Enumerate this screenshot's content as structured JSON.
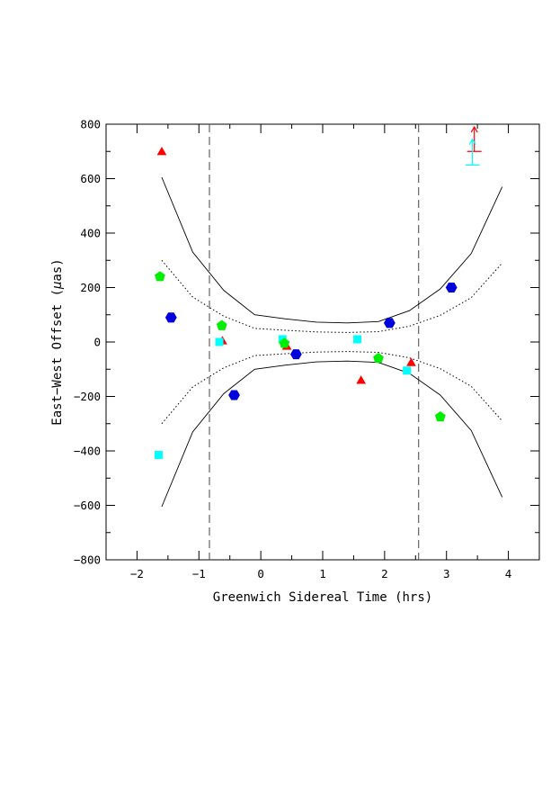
{
  "chart_data": {
    "type": "scatter",
    "xlabel": "Greenwich Sidereal Time (hrs)",
    "ylabel_prefix": "East−West Offset (",
    "ylabel_symbol": "μ",
    "ylabel_suffix": "as)",
    "xlim": [
      -2.5,
      4.5
    ],
    "ylim": [
      -800,
      800
    ],
    "xticks": [
      -2,
      -1,
      0,
      1,
      2,
      3,
      4
    ],
    "xtick_labels": [
      "−2",
      "−1",
      "0",
      "1",
      "2",
      "3",
      "4"
    ],
    "yticks": [
      -800,
      -600,
      -400,
      -200,
      0,
      200,
      400,
      600,
      800
    ],
    "ytick_labels": [
      "−800",
      "−600",
      "−400",
      "−200",
      "0",
      "200",
      "400",
      "600",
      "800"
    ],
    "grid": false,
    "legend": "none",
    "vlines": [
      -0.83,
      2.55
    ],
    "solid_upper": {
      "x": [
        -1.6,
        -1.1,
        -0.6,
        -0.1,
        0.4,
        0.9,
        1.4,
        1.9,
        2.4,
        2.9,
        3.4,
        3.9
      ],
      "y": [
        605,
        330,
        190,
        100,
        85,
        73,
        70,
        75,
        115,
        195,
        325,
        570
      ]
    },
    "solid_lower": {
      "x": [
        -1.6,
        -1.1,
        -0.6,
        -0.1,
        0.4,
        0.9,
        1.4,
        1.9,
        2.4,
        2.9,
        3.4,
        3.9
      ],
      "y": [
        -605,
        -330,
        -190,
        -100,
        -85,
        -73,
        -70,
        -75,
        -115,
        -195,
        -325,
        -570
      ]
    },
    "dotted_upper": {
      "x": [
        -1.6,
        -1.1,
        -0.6,
        -0.1,
        0.4,
        0.9,
        1.4,
        1.9,
        2.4,
        2.9,
        3.4,
        3.9
      ],
      "y": [
        300,
        165,
        95,
        50,
        43,
        37,
        35,
        38,
        58,
        98,
        163,
        290
      ]
    },
    "dotted_lower": {
      "x": [
        -1.6,
        -1.1,
        -0.6,
        -0.1,
        0.4,
        0.9,
        1.4,
        1.9,
        2.4,
        2.9,
        3.4,
        3.9
      ],
      "y": [
        -300,
        -165,
        -95,
        -50,
        -43,
        -37,
        -35,
        -38,
        -58,
        -98,
        -163,
        -290
      ]
    },
    "series": [
      {
        "marker": "triangle",
        "color": "#ff0000",
        "x": [
          -1.6,
          -0.62,
          0.42,
          1.62,
          2.43
        ],
        "y": [
          700,
          5,
          -15,
          -140,
          -75
        ]
      },
      {
        "marker": "square",
        "color": "#00ffff",
        "x": [
          -1.65,
          -0.67,
          0.35,
          1.56,
          2.36
        ],
        "y": [
          -415,
          0,
          10,
          10,
          -105
        ]
      },
      {
        "marker": "pentagon",
        "color": "#00ee00",
        "x": [
          -1.63,
          -0.63,
          0.38,
          1.9,
          2.9
        ],
        "y": [
          240,
          60,
          -5,
          -60,
          -275
        ]
      },
      {
        "marker": "hexagon",
        "color": "#0000dd",
        "x": [
          -1.45,
          -0.43,
          0.57,
          2.08,
          3.08
        ],
        "y": [
          90,
          -195,
          -45,
          70,
          200
        ]
      }
    ],
    "corner_symbols": [
      {
        "color": "#ff0000",
        "x": 3.45,
        "y": 700,
        "arrow_to": 790
      },
      {
        "color": "#00ffff",
        "x": 3.42,
        "y": 650,
        "arrow_to": 745
      }
    ]
  }
}
